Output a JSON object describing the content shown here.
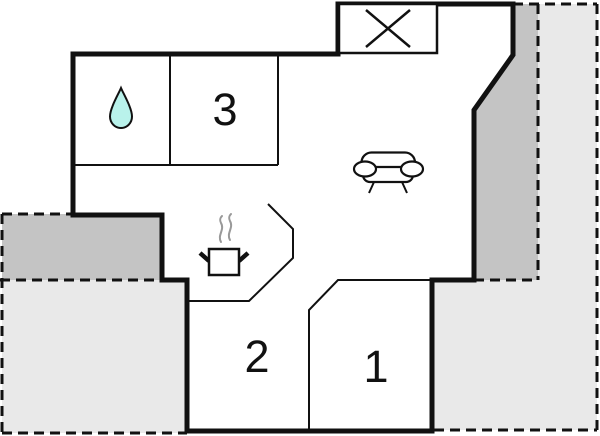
{
  "floor_plan": {
    "rooms": {
      "room1": {
        "label": "1"
      },
      "room2": {
        "label": "2"
      },
      "room3": {
        "label": "3"
      }
    },
    "icons": {
      "bathroom": "water-drop-icon",
      "living_area": "sofa-icon",
      "kitchen": "cooking-pot-icon",
      "top_marker": "crossed-box-icon"
    },
    "colors": {
      "wall": "#111111",
      "terrace_dark": "#c4c4c4",
      "patio_light": "#e9e9e9",
      "water_drop": "#b9f2eb",
      "steam": "#999999",
      "room_fill": "#ffffff",
      "background": "#ffffff"
    }
  }
}
